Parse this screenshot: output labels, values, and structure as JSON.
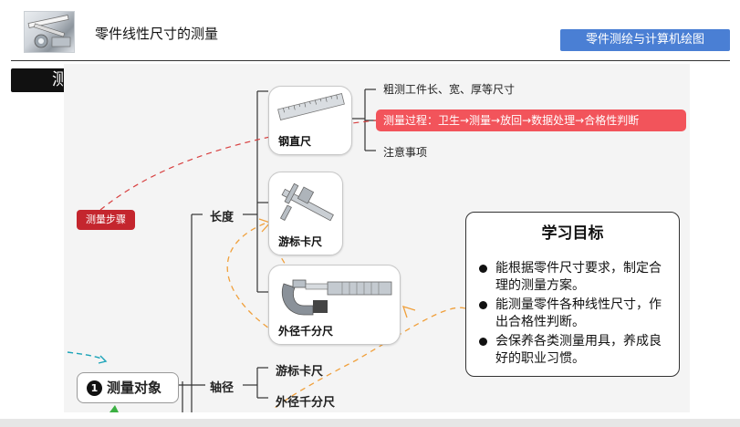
{
  "header": {
    "title": "零件线性尺寸的测量",
    "course_badge": "零件测绘与计算机绘图",
    "thumbnail_icon": "caliper-photo-icon"
  },
  "section": {
    "label": "测量对象"
  },
  "mindmap": {
    "steps_tag": "测量步骤",
    "root": {
      "number": "1",
      "label": "测量对象"
    },
    "branches": {
      "length": "长度",
      "shaft_diameter": "轴径"
    },
    "tools": {
      "steel_ruler": "钢直尺",
      "vernier_caliper": "游标卡尺",
      "micrometer": "外径千分尺"
    },
    "ruler_notes": {
      "rough": "粗测工件长、宽、厚等尺寸",
      "process": "测量过程：卫生→测量→放回→数据处理→合格性判断",
      "caution": "注意事项"
    },
    "shaft_tools": {
      "vernier": "游标卡尺",
      "micrometer": "外径千分尺"
    }
  },
  "goals": {
    "title": "学习目标",
    "items": [
      "能根据零件尺寸要求，制定合理的测量方案。",
      "能测量零件各种线性尺寸，作出合格性判断。",
      "会保养各类测量用具，养成良好的职业习惯。"
    ]
  },
  "colors": {
    "badge_blue": "#4a7fd4",
    "process_red": "#f2545b",
    "steps_red": "#c4262e",
    "dash_orange": "#f0a03c",
    "dash_red": "#d84040",
    "dash_teal": "#1aa3b8"
  }
}
